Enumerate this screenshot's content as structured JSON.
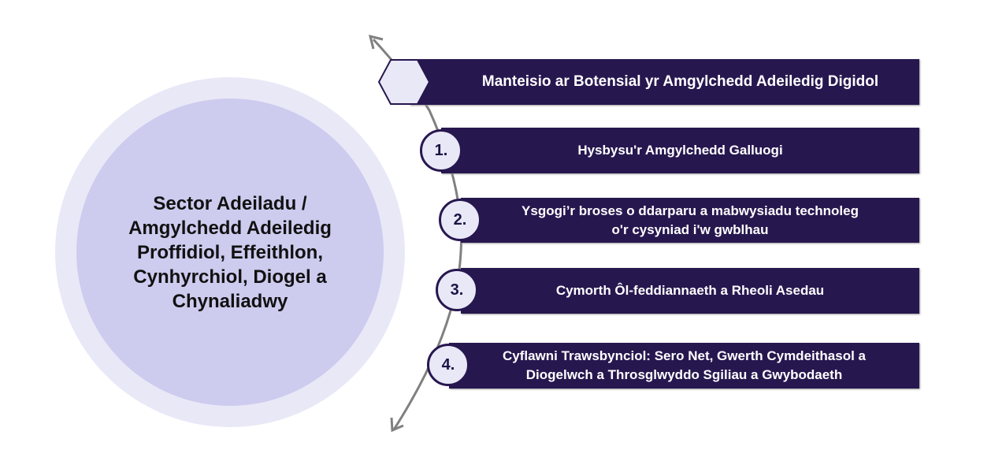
{
  "center": {
    "text": "Sector Adeiladu /\nAmgylchedd Adeiledig\nProffidiol, Effeithlon,\nCynhyrchiol, Diogel a\nChynaliadwy"
  },
  "header_bar": {
    "text": "Manteisio ar Botensial yr Amgylchedd Adeiledig Digidol"
  },
  "steps": [
    {
      "number": "1.",
      "text": "Hysbysu'r Amgylchedd Galluogi"
    },
    {
      "number": "2.",
      "text": "Ysgogi’r broses o ddarparu a mabwysiadu technoleg\no'r cysyniad i'w gwblhau"
    },
    {
      "number": "3.",
      "text": "Cymorth Ôl-feddiannaeth a Rheoli Asedau"
    },
    {
      "number": "4.",
      "text": "Cyflawni Trawsbynciol: Sero Net, Gwerth Cymdeithasol a\nDiogelwch a Throsglwyddo Sgiliau a Gwybodaeth"
    }
  ],
  "colors": {
    "bar": "#27174f",
    "circle_inner": "#cdcbee",
    "circle_outer": "#e9e8f7",
    "arrow": "#808080"
  }
}
